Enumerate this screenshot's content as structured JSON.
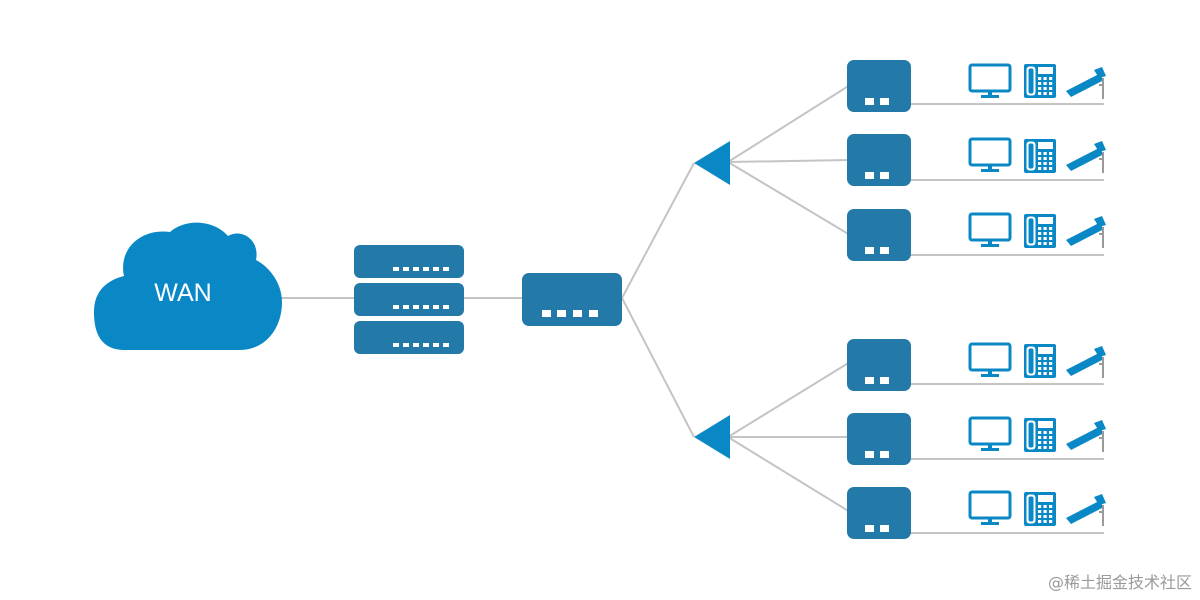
{
  "wan": {
    "label": "WAN"
  },
  "core_switch": {
    "units": 3
  },
  "access_points": 2,
  "branches": [
    {
      "devices": [
        "monitor-icon",
        "desk-phone-icon",
        "security-camera-icon"
      ]
    },
    {
      "devices": [
        "monitor-icon",
        "desk-phone-icon",
        "security-camera-icon"
      ]
    },
    {
      "devices": [
        "monitor-icon",
        "desk-phone-icon",
        "security-camera-icon"
      ]
    },
    {
      "devices": [
        "monitor-icon",
        "desk-phone-icon",
        "security-camera-icon"
      ]
    },
    {
      "devices": [
        "monitor-icon",
        "desk-phone-icon",
        "security-camera-icon"
      ]
    },
    {
      "devices": [
        "monitor-icon",
        "desk-phone-icon",
        "security-camera-icon"
      ]
    }
  ],
  "colors": {
    "device": "#2379a8",
    "cloud": "#0a88c6",
    "link": "#c4c4c4",
    "port": "#ffffff"
  },
  "watermark": "@稀土掘金技术社区"
}
